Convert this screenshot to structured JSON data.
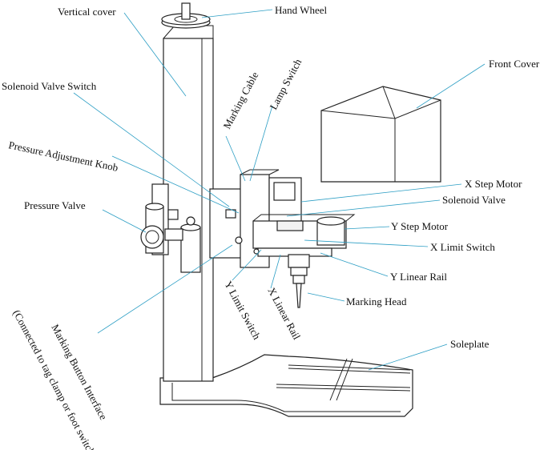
{
  "labels": {
    "vertical_cover": "Vertical cover",
    "hand_wheel": "Hand Wheel",
    "solenoid_valve_switch": "Solenoid Valve Switch",
    "marking_cable": "Marking Cable",
    "lamp_switch": "Lamp Switch",
    "front_cover": "Front Cover",
    "pressure_adjustment_knob": "Pressure Adjustment Knob",
    "x_step_motor": "X Step Motor",
    "solenoid_valve": "Solenoid Valve",
    "pressure_valve": "Pressure Valve",
    "y_step_motor": "Y Step Motor",
    "x_limit_switch": "X Limit Switch",
    "y_linear_rail": "Y Linear Rail",
    "marking_head": "Marking Head",
    "y_limit_switch": "Y Limit Switch",
    "x_linear_rail": "X Linear Rail",
    "marking_button_interface_line1": "Marking Button Interface",
    "marking_button_interface_line2": "(Connected to tag clamp or foot switch)",
    "soleplate": "Soleplate"
  },
  "colors": {
    "leader_line": "#2c9ec4",
    "outline": "#222222"
  }
}
